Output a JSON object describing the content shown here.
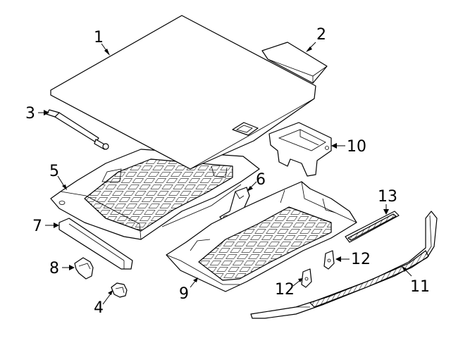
{
  "callouts": [
    {
      "id": "1",
      "label": "1"
    },
    {
      "id": "2",
      "label": "2"
    },
    {
      "id": "3",
      "label": "3"
    },
    {
      "id": "4",
      "label": "4"
    },
    {
      "id": "5",
      "label": "5"
    },
    {
      "id": "6",
      "label": "6"
    },
    {
      "id": "7",
      "label": "7"
    },
    {
      "id": "8",
      "label": "8"
    },
    {
      "id": "9",
      "label": "9"
    },
    {
      "id": "10",
      "label": "10"
    },
    {
      "id": "11",
      "label": "11"
    },
    {
      "id": "12a",
      "label": "12"
    },
    {
      "id": "12b",
      "label": "12"
    },
    {
      "id": "13",
      "label": "13"
    }
  ],
  "colors": {
    "line": "#000000",
    "background": "#ffffff"
  }
}
